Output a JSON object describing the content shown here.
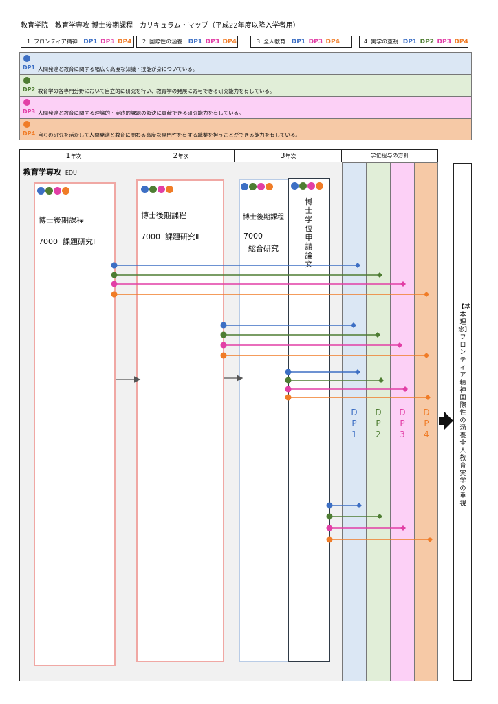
{
  "title": "教育学院　教育学専攻 博士後期課程　カリキュラム・マップ（平成22年度以降入学者用）",
  "colors": {
    "dp1": "#3d6fc4",
    "dp2": "#4e7d32",
    "dp3": "#e23fa6",
    "dp4": "#f07c27"
  },
  "principles": [
    {
      "label": "1. フロンティア精神",
      "dps": [
        "DP1",
        "DP3",
        "DP4"
      ]
    },
    {
      "label": "2. 国際性の涵養",
      "dps": [
        "DP1",
        "DP3",
        "DP4"
      ]
    },
    {
      "label": "3. 全人教育",
      "dps": [
        "DP1",
        "DP3",
        "DP4"
      ]
    },
    {
      "label": "4. 実学の重視",
      "dps": [
        "DP1",
        "DP2",
        "DP3",
        "DP4"
      ]
    }
  ],
  "dp_rows": [
    {
      "label": "DP1",
      "text": "人間発達と教育に関する幅広く高度な知識・技能が身についている。"
    },
    {
      "label": "DP2",
      "text": "教育学の各専門分野において自立的に研究を行い、教育学の発展に寄与できる研究能力を有している。"
    },
    {
      "label": "DP3",
      "text": "人間発達と教育に関する理論的・実践的課題の解決に貢献できる研究能力を有している。"
    },
    {
      "label": "DP4",
      "text": "自らの研究を活かして人間発達と教育に関わる高度な専門性を有する職業を担うことができる能力を有している。"
    }
  ],
  "years": [
    {
      "num": "1",
      "unit": "年次"
    },
    {
      "num": "2",
      "unit": "年次"
    },
    {
      "num": "3",
      "unit": "年次"
    }
  ],
  "policy_header": "学位授与の方針",
  "major": {
    "name": "教育学専攻",
    "code": "EDU"
  },
  "courses": [
    {
      "program": "博士後期課程",
      "code": "7000",
      "name": "課題研究Ⅰ"
    },
    {
      "program": "博士後期課程",
      "code": "7000",
      "name": "課題研究Ⅱ"
    },
    {
      "program": "博士後期課程",
      "code": "7000",
      "name": "総合研究"
    }
  ],
  "thesis": "博士学位申請論文",
  "dp_columns": [
    "DP1",
    "DP2",
    "DP3",
    "DP4"
  ],
  "side": "【基本理念】　フロンティア精神　国際性の涵養　全人教育　実学の重視"
}
